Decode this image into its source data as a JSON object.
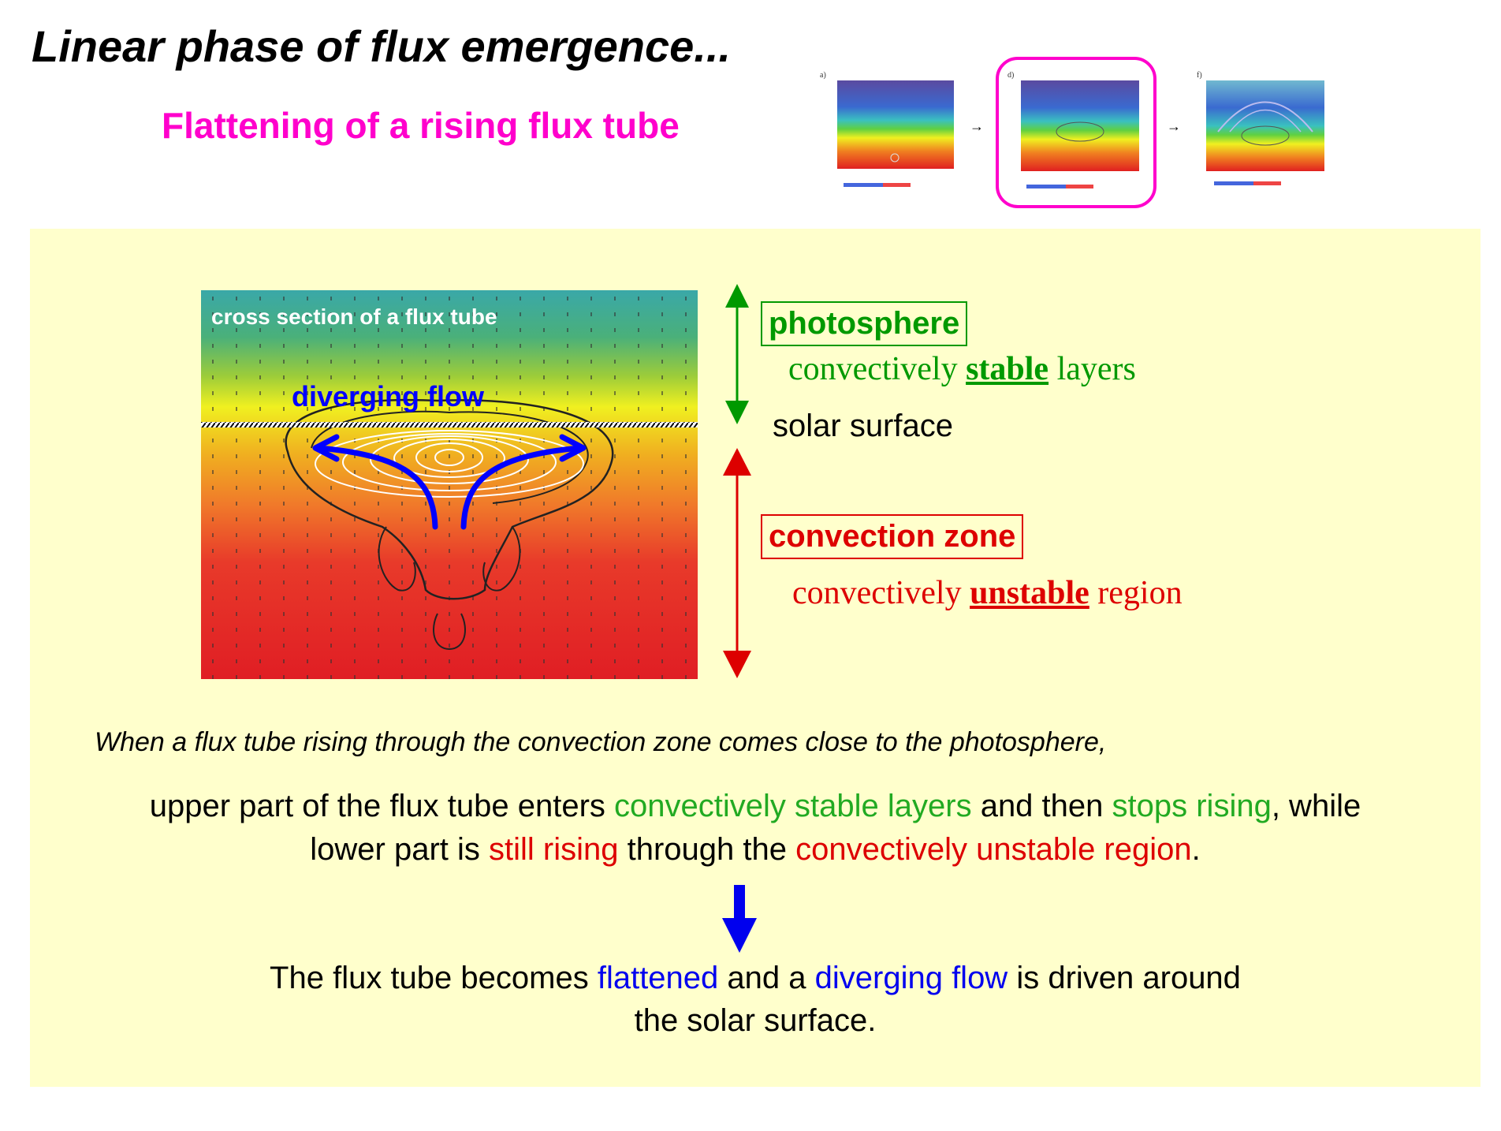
{
  "title": "Linear phase of flux emergence...",
  "subtitle": "Flattening of a rising flux tube",
  "thumbnails": {
    "labels": [
      "a)",
      "d)",
      "f)"
    ],
    "highlight_color": "#ff00cc"
  },
  "diagram": {
    "cross_section_label": "cross section of a flux tube",
    "flow_label": "diverging flow",
    "surface_label": "solar surface",
    "photosphere": {
      "label": "photosphere",
      "desc_pre": "convectively ",
      "desc_key": "stable",
      "desc_post": " layers",
      "color": "#009900"
    },
    "convection_zone": {
      "label": "convection zone",
      "desc_pre": "convectively ",
      "desc_key": "unstable",
      "desc_post": " region",
      "color": "#dd0000"
    }
  },
  "text": {
    "intro": "When a flux tube rising through the convection zone comes close to the photosphere,",
    "p1_a": "upper part of the flux tube enters ",
    "p1_b": "convectively stable layers",
    "p1_c": " and then ",
    "p1_d": "stops rising",
    "p1_e": ", while",
    "p2_a": "lower part is ",
    "p2_b": "still rising",
    "p2_c": " through the ",
    "p2_d": "convectively unstable region",
    "p2_e": ".",
    "c1_a": "The flux tube becomes ",
    "c1_b": "flattened",
    "c1_c": " and a ",
    "c1_d": "diverging flow",
    "c1_e": " is driven around",
    "c2": "the solar surface."
  }
}
